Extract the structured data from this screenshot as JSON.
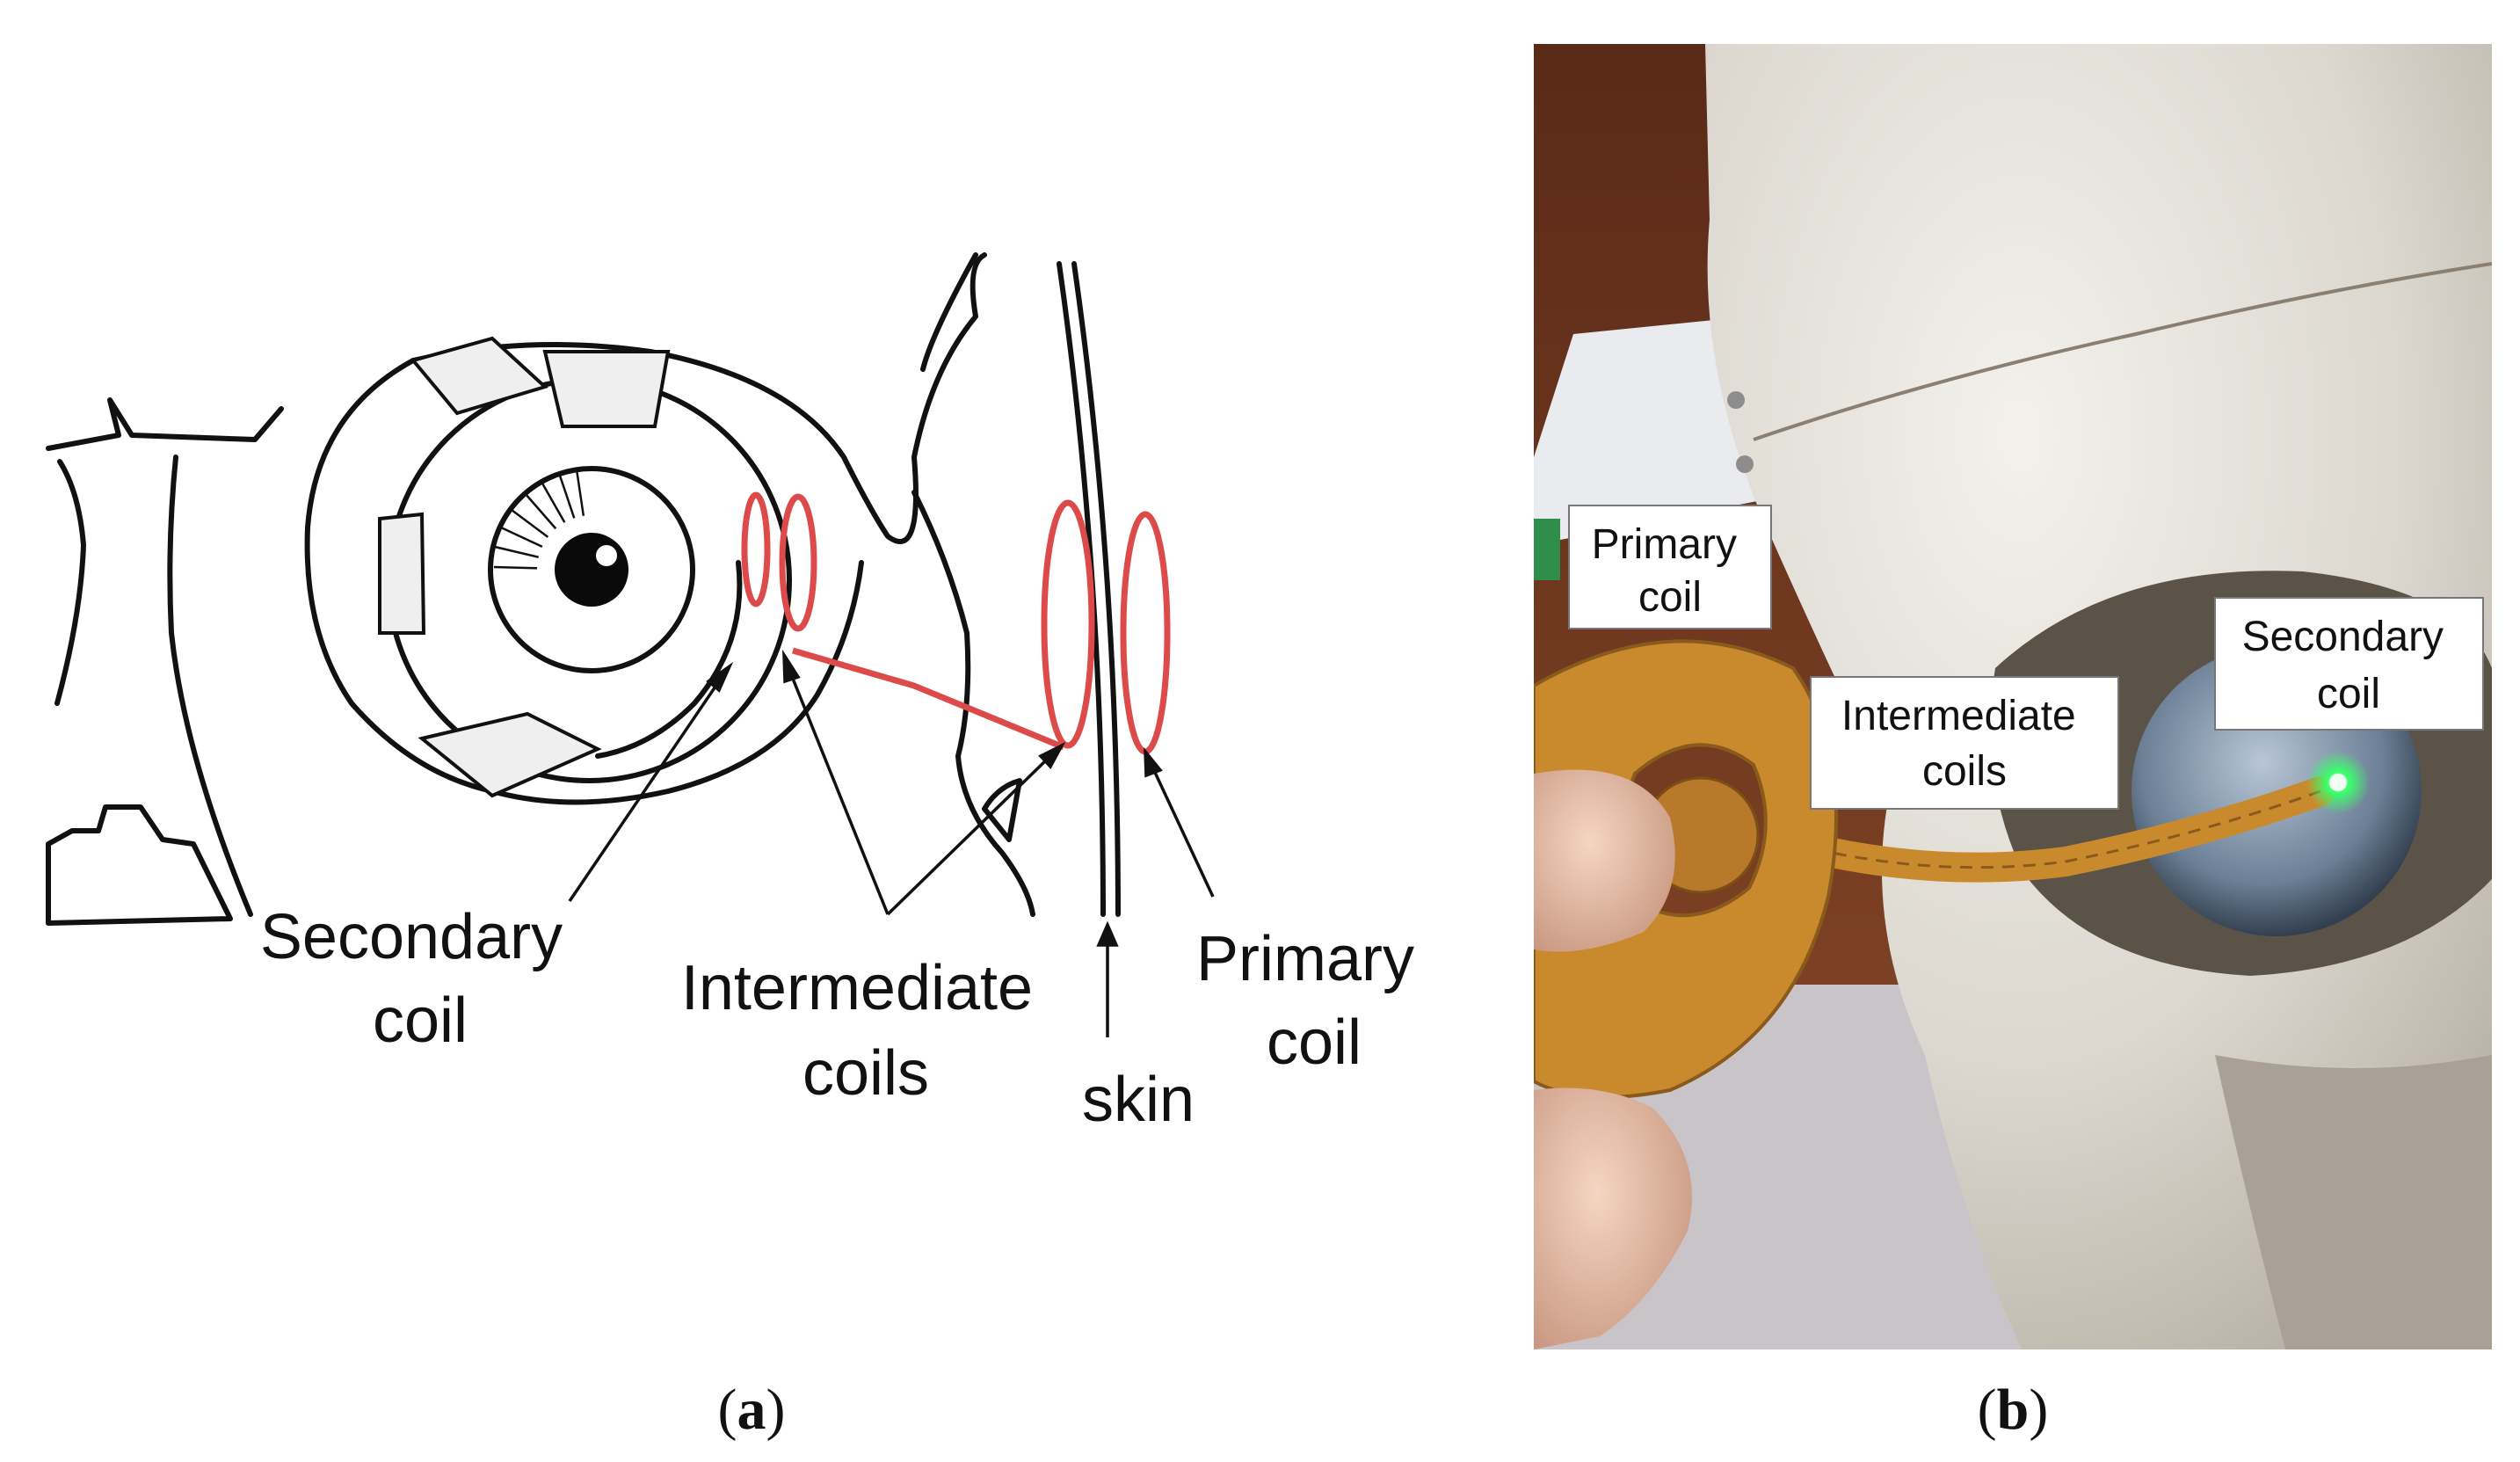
{
  "diagram": {
    "labels": {
      "secondary_coil": [
        "Secondary",
        "coil"
      ],
      "intermediate_coils": [
        "Intermediate",
        "coils"
      ],
      "skin": "skin",
      "primary_coil": [
        "Primary",
        "coil"
      ]
    },
    "caption": {
      "open": "(",
      "letter": "a",
      "close": ")"
    }
  },
  "photo": {
    "labels": {
      "primary_coil": [
        "Primary",
        "coil"
      ],
      "intermediate_coils": [
        "Intermediate",
        "coils"
      ],
      "secondary_coil": [
        "Secondary",
        "coil"
      ]
    },
    "caption": {
      "open": "(",
      "letter": "b",
      "close": ")"
    }
  },
  "colors": {
    "coil": "#dd4a4a",
    "ink": "#111111",
    "led": "#39ff6a",
    "flex_pcb": "#c98a2e"
  }
}
